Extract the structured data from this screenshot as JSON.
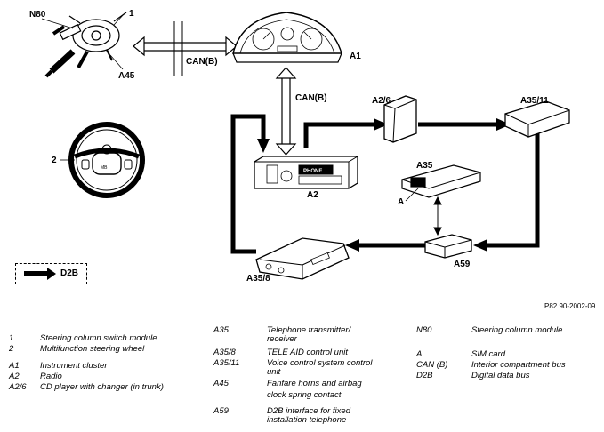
{
  "labels": {
    "n80": "N80",
    "one": "1",
    "a45": "A45",
    "two": "2",
    "can_b_horizontal": "CAN(B)",
    "a1": "A1",
    "can_b_vertical": "CAN(B)",
    "a2_6": "A2/6",
    "a35_11": "A35/11",
    "a35": "A35",
    "a": "A",
    "a2": "A2",
    "a59": "A59",
    "a35_8": "A35/8",
    "d2b": "D2B",
    "radio_phone": "PHONE",
    "wheel_logo": "MB"
  },
  "reference": "P82.90-2002-09",
  "legend": {
    "col1": [
      {
        "key": "1",
        "value": "Steering column switch module"
      },
      {
        "key": "2",
        "value": "Multifunction steering wheel"
      },
      {
        "key": "A1",
        "value": "Instrument cluster"
      },
      {
        "key": "A2",
        "value": "Radio"
      },
      {
        "key": "A2/6",
        "value": "CD player with changer (in trunk)"
      }
    ],
    "col2": [
      {
        "key": "A35",
        "value": "Telephone transmitter/",
        "value2": "receiver"
      },
      {
        "key": "A35/8",
        "value": "TELE AID control unit"
      },
      {
        "key": "A35/11",
        "value": "Voice control system control",
        "value2": "unit"
      },
      {
        "key": "A45",
        "value": "Fanfare horns and airbag",
        "value2": "clock spring contact"
      },
      {
        "key": "A59",
        "value": "D2B interface for fixed",
        "value2": "installation telephone"
      }
    ],
    "col3": [
      {
        "key": "N80",
        "value": "Steering column module"
      },
      {
        "key": "A",
        "value": "SIM card"
      },
      {
        "key": "CAN (B)",
        "value": "Interior compartment bus"
      },
      {
        "key": "D2B",
        "value": "Digital data bus"
      }
    ]
  }
}
